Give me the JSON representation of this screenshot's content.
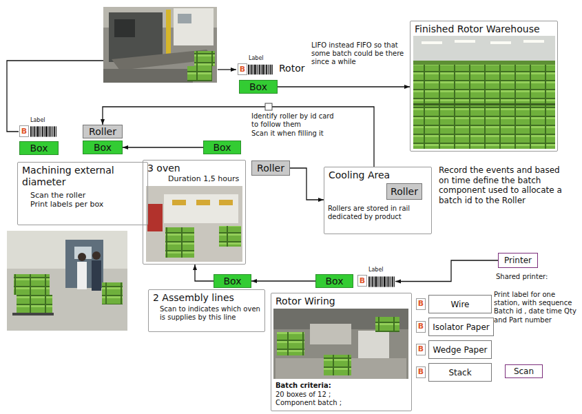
{
  "diagram": {
    "nodes": [
      {
        "text": [
          "Label",
          "B"
        ]
      },
      {
        "text": [
          "Box"
        ]
      },
      {
        "text": [
          "Finished Rotor Warehouse"
        ]
      },
      {
        "text": [
          "Label",
          "B"
        ]
      },
      {
        "text": [
          "Box"
        ]
      },
      {
        "text": [
          "Roller"
        ]
      },
      {
        "text": [
          "Box"
        ]
      },
      {
        "text": [
          "Box"
        ]
      },
      {
        "text": [
          "Machining external diameter",
          "Scan the roller",
          "Print labels per box"
        ]
      },
      {
        "text": [
          "3 oven",
          "Duration 1,5 hours"
        ]
      },
      {
        "text": [
          "Roller"
        ]
      },
      {
        "text": [
          "Cooling Area",
          "Rollers are stored in rail dedicated by product"
        ]
      },
      {
        "text": [
          "Roller"
        ],
        "in": 11
      },
      {
        "text": [
          "Printer"
        ]
      },
      {
        "text": [
          "Box"
        ]
      },
      {
        "text": [
          "Box"
        ]
      },
      {
        "text": [
          "Label",
          "B"
        ]
      },
      {
        "text": [
          "2 Assembly lines",
          "Scan to indicates which oven is supplies by this line"
        ]
      },
      {
        "text": [
          "Rotor Wiring",
          "Batch criteria:",
          "20 boxes of 12 ; Component batch ;"
        ]
      },
      {
        "text": [
          "Wire"
        ]
      },
      {
        "text": [
          "Isolator Paper"
        ]
      },
      {
        "text": [
          "Wedge Paper"
        ]
      },
      {
        "text": [
          "Stack"
        ]
      },
      {
        "text": [
          "Scan"
        ]
      }
    ],
    "edges": [
      {
        "from": 1,
        "to": 2,
        "arrow": "to"
      },
      {
        "from": 7,
        "to": 6,
        "arrow": "to"
      },
      {
        "from": 11,
        "to": 5,
        "arrow": "to"
      },
      {
        "from": 10,
        "to": 11,
        "arrow": "to"
      },
      {
        "from": 15,
        "to": 14,
        "arrow": "to"
      },
      {
        "from": 14,
        "to": 9,
        "arrow": "to"
      },
      {
        "from": 13,
        "to": 16,
        "arrow": "to"
      }
    ],
    "labels": [
      "Rotor",
      "LIFO instead FIFO so that some batch could be there since a while",
      "Identify roller by id card to follow them",
      "Scan it when filling it",
      "Record the events and based on time define the batch component used to allocate a batch id to the Roller",
      "Shared printer:",
      "Print label for one station, with sequence Batch id , date time Qty and Part number",
      "B",
      "B",
      "B",
      "B"
    ]
  }
}
